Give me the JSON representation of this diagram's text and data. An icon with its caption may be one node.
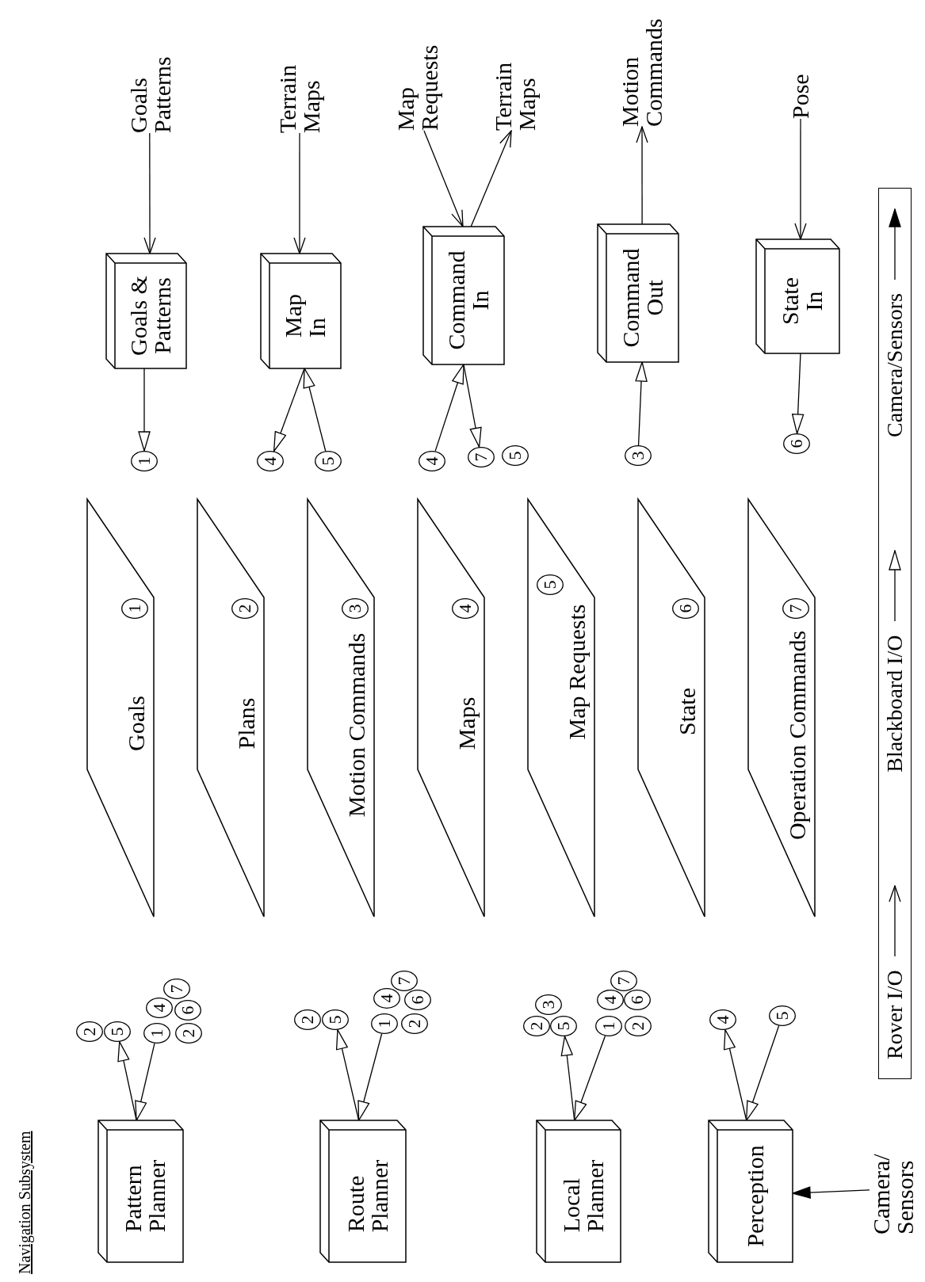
{
  "diagram": {
    "title": "Navigation Subsystem",
    "nodes": [
      {
        "text": [
          "Pattern Planner"
        ]
      },
      {
        "text": [
          "2"
        ]
      },
      {
        "text": [
          "5"
        ]
      },
      {
        "text": [
          "1"
        ]
      },
      {
        "text": [
          "2"
        ]
      },
      {
        "text": [
          "4"
        ]
      },
      {
        "text": [
          "6"
        ]
      },
      {
        "text": [
          "7"
        ]
      },
      {
        "text": [
          "Route Planner"
        ]
      },
      {
        "text": [
          "2"
        ]
      },
      {
        "text": [
          "5"
        ]
      },
      {
        "text": [
          "1"
        ]
      },
      {
        "text": [
          "2"
        ]
      },
      {
        "text": [
          "4"
        ]
      },
      {
        "text": [
          "6"
        ]
      },
      {
        "text": [
          "7"
        ]
      },
      {
        "text": [
          "Local Planner"
        ]
      },
      {
        "text": [
          "2"
        ]
      },
      {
        "text": [
          "5"
        ]
      },
      {
        "text": [
          "3"
        ]
      },
      {
        "text": [
          "1"
        ]
      },
      {
        "text": [
          "2"
        ]
      },
      {
        "text": [
          "4"
        ]
      },
      {
        "text": [
          "6"
        ]
      },
      {
        "text": [
          "7"
        ]
      },
      {
        "text": [
          "Perception"
        ]
      },
      {
        "text": [
          "4"
        ]
      },
      {
        "text": [
          "5"
        ]
      },
      {
        "text": [
          "Camera/ Sensors"
        ]
      },
      {
        "text": [
          "Goals"
        ]
      },
      {
        "text": [
          "Plans"
        ]
      },
      {
        "text": [
          "Motion Commands"
        ]
      },
      {
        "text": [
          "Maps"
        ]
      },
      {
        "text": [
          "Map Requests"
        ]
      },
      {
        "text": [
          "State"
        ]
      },
      {
        "text": [
          "Operation Commands"
        ]
      },
      {
        "text": [
          "1"
        ],
        "in": 29
      },
      {
        "text": [
          "2"
        ],
        "in": 30
      },
      {
        "text": [
          "3"
        ],
        "in": 31
      },
      {
        "text": [
          "4"
        ],
        "in": 32
      },
      {
        "text": [
          "5"
        ],
        "in": 33
      },
      {
        "text": [
          "6"
        ],
        "in": 34
      },
      {
        "text": [
          "7"
        ],
        "in": 35
      },
      {
        "text": [
          "1"
        ]
      },
      {
        "text": [
          "Goals & Patterns"
        ]
      },
      {
        "text": [
          "Goals Patterns"
        ]
      },
      {
        "text": [
          "4"
        ]
      },
      {
        "text": [
          "5"
        ]
      },
      {
        "text": [
          "Map In"
        ]
      },
      {
        "text": [
          "Terrain Maps"
        ]
      },
      {
        "text": [
          "4"
        ]
      },
      {
        "text": [
          "7"
        ]
      },
      {
        "text": [
          "5"
        ]
      },
      {
        "text": [
          "Command In"
        ]
      },
      {
        "text": [
          "Map Requests"
        ]
      },
      {
        "text": [
          "Terrain Maps"
        ]
      },
      {
        "text": [
          "3"
        ]
      },
      {
        "text": [
          "Command Out"
        ]
      },
      {
        "text": [
          "Motion Commands"
        ]
      },
      {
        "text": [
          "6"
        ]
      },
      {
        "text": [
          "State In"
        ]
      },
      {
        "text": [
          "Pose"
        ]
      }
    ],
    "edges": [
      {
        "from": 0,
        "to": 2,
        "arrow": "to"
      },
      {
        "from": 3,
        "to": 0,
        "arrow": "to"
      },
      {
        "from": 8,
        "to": 10,
        "arrow": "to"
      },
      {
        "from": 11,
        "to": 8,
        "arrow": "to"
      },
      {
        "from": 16,
        "to": 18,
        "arrow": "to"
      },
      {
        "from": 20,
        "to": 16,
        "arrow": "to"
      },
      {
        "from": 25,
        "to": 26,
        "arrow": "to"
      },
      {
        "from": 27,
        "to": 25,
        "arrow": "to"
      },
      {
        "from": 28,
        "to": 25,
        "arrow": "to"
      },
      {
        "from": 44,
        "to": 43,
        "arrow": "to"
      },
      {
        "from": 45,
        "to": 44,
        "arrow": "to"
      },
      {
        "from": 48,
        "to": 46,
        "arrow": "to"
      },
      {
        "from": 47,
        "to": 48,
        "arrow": "to"
      },
      {
        "from": 49,
        "to": 48,
        "arrow": "to"
      },
      {
        "from": 50,
        "to": 53,
        "arrow": "to"
      },
      {
        "from": 53,
        "to": 51,
        "arrow": "to"
      },
      {
        "from": 54,
        "to": 53,
        "arrow": "to"
      },
      {
        "from": 53,
        "to": 55,
        "arrow": "to"
      },
      {
        "from": 56,
        "to": 57,
        "arrow": "to"
      },
      {
        "from": 57,
        "to": 58,
        "arrow": "to"
      },
      {
        "from": 61,
        "to": 60,
        "arrow": "to"
      },
      {
        "from": 60,
        "to": 59,
        "arrow": "to"
      }
    ],
    "legend": [
      {
        "text": "Rover I/O"
      },
      {
        "text": "Blackboard I/O"
      },
      {
        "text": "Camera/Sensors"
      }
    ]
  }
}
